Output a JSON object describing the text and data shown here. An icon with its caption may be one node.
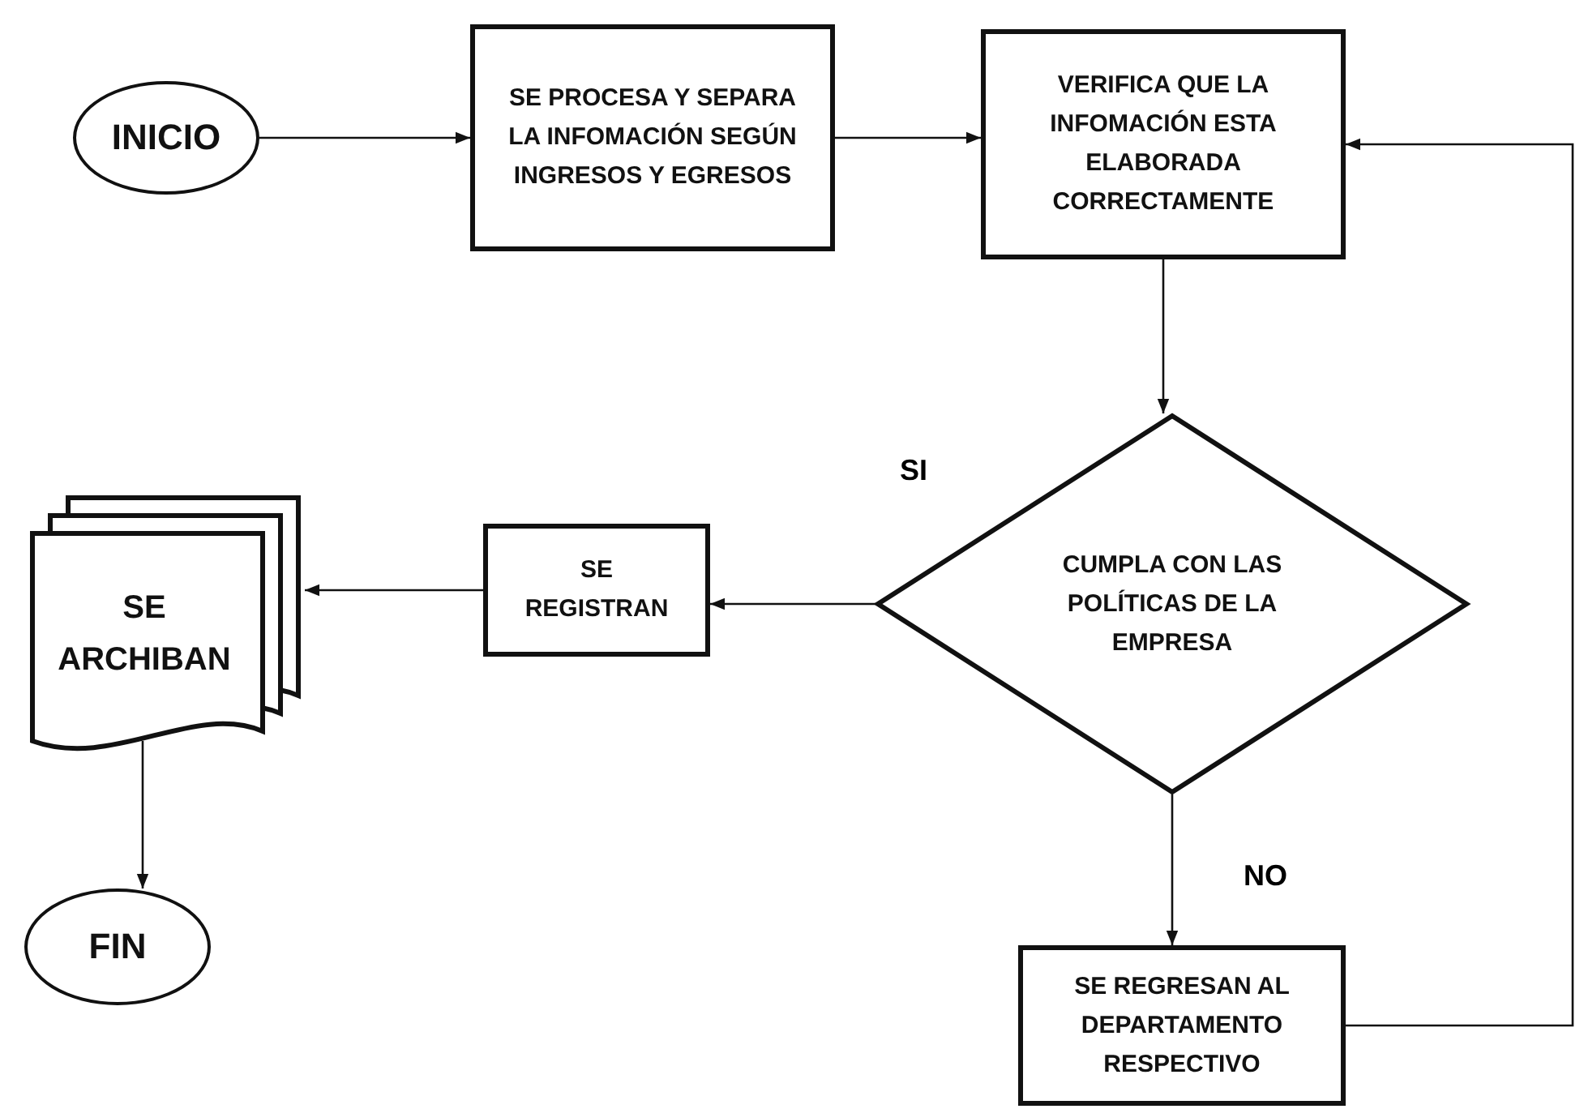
{
  "diagram": {
    "nodes": [
      {
        "text": [
          "INICIO"
        ]
      },
      {
        "text": [
          "SE PROCESA Y SEPARA LA INFOMACIÓN SEGÚN INGRESOS Y EGRESOS"
        ]
      },
      {
        "text": [
          "VERIFICA QUE LA INFOMACIÓN ESTA ELABORADA CORRECTAMENTE"
        ]
      },
      {
        "text": [
          "CUMPLA CON LAS POLÍTICAS DE LA EMPRESA"
        ]
      },
      {
        "text": [
          "SE REGISTRAN"
        ]
      },
      {
        "text": [
          "SE ARCHIBAN"
        ]
      },
      {
        "text": [
          "FIN"
        ]
      },
      {
        "text": [
          "SE REGRESAN AL DEPARTAMENTO RESPECTIVO"
        ]
      }
    ],
    "edges": [
      {
        "from": 0,
        "to": 1,
        "arrow": "to"
      },
      {
        "from": 1,
        "to": 2,
        "arrow": "to"
      },
      {
        "from": 2,
        "to": 3,
        "arrow": "to"
      },
      {
        "from": 3,
        "to": 4,
        "arrow": "to",
        "label": "SI"
      },
      {
        "from": 4,
        "to": 5,
        "arrow": "to"
      },
      {
        "from": 5,
        "to": 6,
        "arrow": "to"
      },
      {
        "from": 3,
        "to": 7,
        "arrow": "to",
        "label": "NO"
      },
      {
        "from": 7,
        "to": 2,
        "arrow": "to"
      }
    ]
  }
}
